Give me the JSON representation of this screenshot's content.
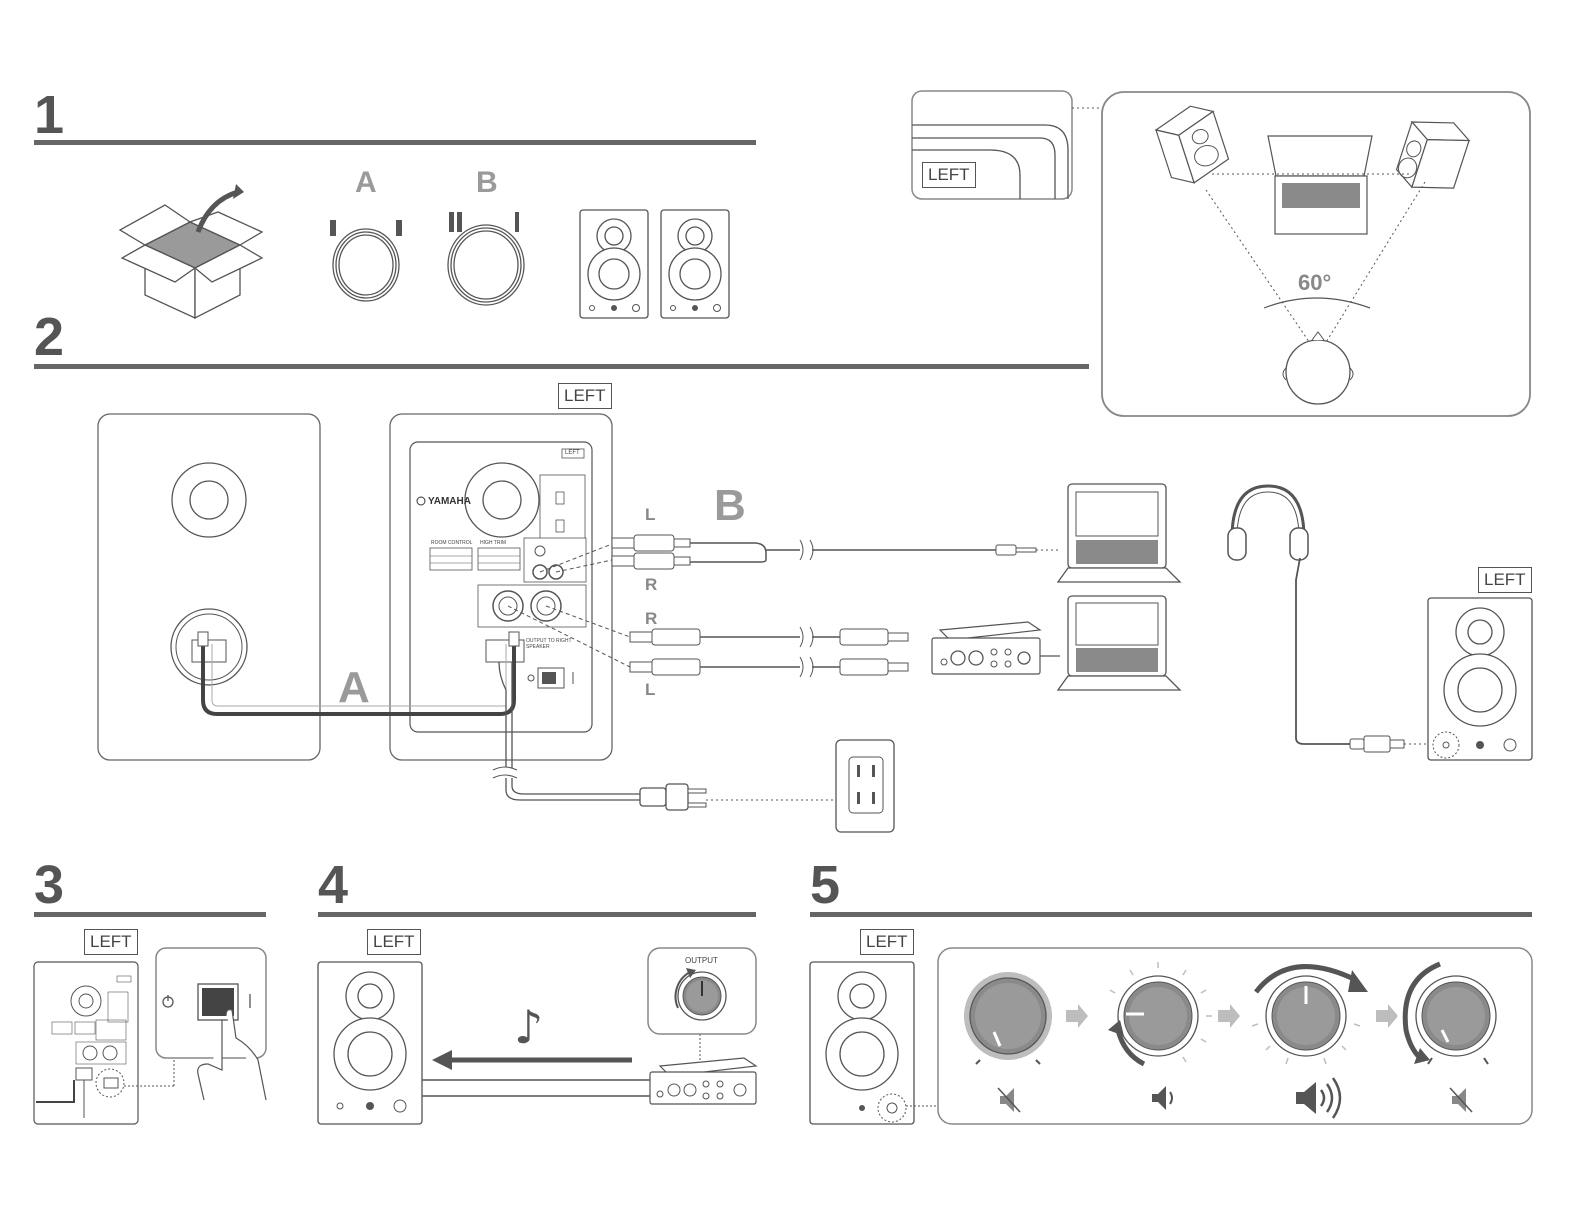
{
  "steps": [
    {
      "number": "1"
    },
    {
      "number": "2"
    },
    {
      "number": "3"
    },
    {
      "number": "4"
    },
    {
      "number": "5"
    }
  ],
  "cables": {
    "a_label": "A",
    "b_label": "B"
  },
  "left_tag": "LEFT",
  "placement": {
    "angle_label": "60°",
    "tag": "LEFT"
  },
  "connections": {
    "rca_left": "L",
    "rca_right": "R",
    "trs_right": "R",
    "trs_left": "L",
    "brand": "YAMAHA",
    "panel_tag": "LEFT",
    "room_control": "ROOM CONTROL",
    "high_trim": "HIGH TRIM",
    "output_to": "OUTPUT TO RIGHT SPEAKER"
  },
  "step4": {
    "output_label": "OUTPUT",
    "note_glyph": "♪"
  },
  "colors": {
    "line": "#555555",
    "gray_fill": "#8a8a8a",
    "light_gray": "#bdbdbd",
    "rule": "#666666"
  }
}
